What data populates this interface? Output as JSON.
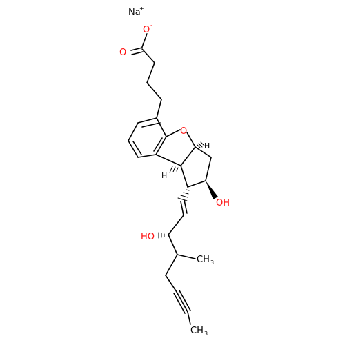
{
  "molecule": {
    "counter_ion": {
      "symbol": "Na",
      "charge": "+"
    },
    "atoms": {
      "carboxylate_o_minus": {
        "symbol": "O",
        "charge": "-"
      },
      "carbonyl_o": {
        "symbol": "O"
      },
      "ring_o": {
        "symbol": "O"
      },
      "oh_ring": {
        "text": "OH"
      },
      "ho_chain": {
        "text": "HO"
      },
      "methyl_branch": {
        "text": "CH",
        "sub": "3"
      },
      "methyl_terminal": {
        "text": "CH",
        "sub": "3"
      },
      "stereo_h_upper": {
        "text": "H"
      },
      "stereo_h_lower": {
        "text": "H"
      }
    },
    "colors": {
      "oxygen": "#ff0d0d",
      "carbon": "#000000",
      "sodium": "#000000"
    }
  }
}
